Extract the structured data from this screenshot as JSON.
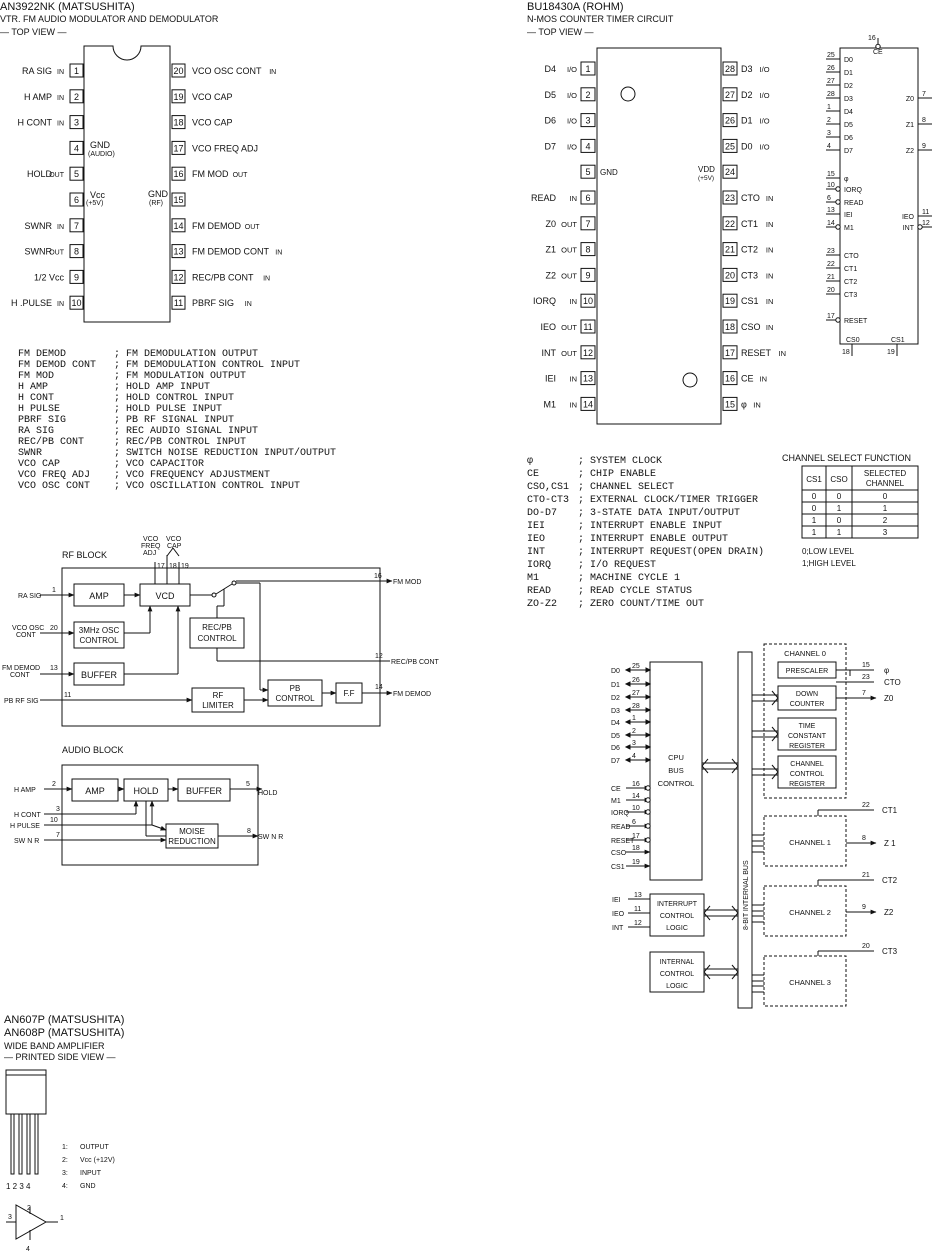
{
  "an3922": {
    "title": "AN3922NK (MATSUSHITA)",
    "subtitle": "VTR. FM AUDIO MODULATOR AND DEMODULATOR",
    "view": "— TOP VIEW —",
    "pins_left": [
      {
        "n": "1",
        "label": "RA SIG",
        "dir": "IN"
      },
      {
        "n": "2",
        "label": "H AMP",
        "dir": "IN"
      },
      {
        "n": "3",
        "label": "H CONT",
        "dir": "IN"
      },
      {
        "n": "4",
        "label": "",
        "dir": ""
      },
      {
        "n": "5",
        "label": "HOLD",
        "dir": "OUT"
      },
      {
        "n": "6",
        "label": "",
        "dir": ""
      },
      {
        "n": "7",
        "label": "SWNR",
        "dir": "IN"
      },
      {
        "n": "8",
        "label": "SWNR",
        "dir": "OUT"
      },
      {
        "n": "9",
        "label": "1/2 Vcc",
        "dir": ""
      },
      {
        "n": "10",
        "label": "H .PULSE",
        "dir": "IN"
      }
    ],
    "pins_right": [
      {
        "n": "20",
        "label": "VCO OSC CONT",
        "dir": "IN"
      },
      {
        "n": "19",
        "label": "VCO CAP",
        "dir": ""
      },
      {
        "n": "18",
        "label": "VCO CAP",
        "dir": ""
      },
      {
        "n": "17",
        "label": "VCO FREQ ADJ",
        "dir": ""
      },
      {
        "n": "16",
        "label": "FM MOD",
        "dir": "OUT"
      },
      {
        "n": "15",
        "label": "",
        "dir": ""
      },
      {
        "n": "14",
        "label": "FM DEMOD",
        "dir": "OUT"
      },
      {
        "n": "13",
        "label": "FM DEMOD CONT",
        "dir": "IN"
      },
      {
        "n": "12",
        "label": "REC/PB CONT",
        "dir": "IN"
      },
      {
        "n": "11",
        "label": "PBRF SIG",
        "dir": "IN"
      }
    ],
    "inner_gnd_audio": "GND",
    "inner_gnd_audio_sub": "(AUDIO)",
    "inner_vcc": "Vcc",
    "inner_vcc_sub": "(+5V)",
    "inner_gnd_rf": "GND",
    "inner_gnd_rf_sub": "(RF)",
    "legend": [
      {
        "k": "FM DEMOD",
        "v": "FM DEMODULATION OUTPUT"
      },
      {
        "k": "FM DEMOD CONT",
        "v": "FM DEMODULATION CONTROL INPUT"
      },
      {
        "k": "FM MOD",
        "v": "FM MODULATION OUTPUT"
      },
      {
        "k": "H AMP",
        "v": "HOLD AMP INPUT"
      },
      {
        "k": "H CONT",
        "v": "HOLD CONTROL INPUT"
      },
      {
        "k": "H PULSE",
        "v": "HOLD PULSE INPUT"
      },
      {
        "k": "PBRF SIG",
        "v": "PB RF SIGNAL INPUT"
      },
      {
        "k": "RA SIG",
        "v": "REC AUDIO SIGNAL INPUT"
      },
      {
        "k": "REC/PB CONT",
        "v": "REC/PB CONTROL INPUT"
      },
      {
        "k": "SWNR",
        "v": "SWITCH NOISE REDUCTION INPUT/OUTPUT"
      },
      {
        "k": "VCO CAP",
        "v": "VCO CAPACITOR"
      },
      {
        "k": "VCO FREQ ADJ",
        "v": "VCO FREQUENCY ADJUSTMENT"
      },
      {
        "k": "VCO OSC CONT",
        "v": "VCO OSCILLATION CONTROL INPUT"
      }
    ]
  },
  "rf_block": {
    "title": "RF BLOCK",
    "amp": "AMP",
    "vcd": "VCD",
    "osc1": "3MHz OSC",
    "osc2": "CONTROL",
    "recpb1": "REC/PB",
    "recpb2": "CONTROL",
    "buffer": "BUFFER",
    "rf1": "RF",
    "rf2": "LIMITER",
    "pb1": "PB",
    "pb2": "CONTROL",
    "ff": "F.F",
    "top_label1": "VCO",
    "top_label2": "FREQ",
    "top_label3": "ADJ",
    "top_label4": "VCO",
    "top_label5": "CAP",
    "pin17": "17",
    "pin18": "18",
    "pin19": "19",
    "in_ra": "RA SIG",
    "in_ra_n": "1",
    "in_vco": "VCO OSC",
    "in_vco2": "CONT",
    "in_vco_n": "20",
    "in_fmd": "FM DEMOD",
    "in_fmd2": "CONT",
    "in_fmd_n": "13",
    "in_pbrf": "PB RF SIG",
    "in_pbrf_n": "11",
    "out_fmmod": "FM MOD",
    "out_fmmod_n": "16",
    "out_recpb": "REC/PB CONT",
    "out_recpb_n": "12",
    "out_fmdemod": "FM DEMOD",
    "out_fmdemod_n": "14"
  },
  "audio_block": {
    "title": "AUDIO BLOCK",
    "amp": "AMP",
    "hold": "HOLD",
    "buffer": "BUFFER",
    "noise1": "MOISE",
    "noise2": "REDUCTION",
    "in_hamp": "H AMP",
    "in_hamp_n": "2",
    "in_hcont": "H CONT",
    "in_hcont_n": "3",
    "in_hpulse": "H PULSE",
    "in_hpulse_n": "10",
    "in_swnr": "SW N R",
    "in_swnr_n": "7",
    "out_hold": "HOLD",
    "out_hold_n": "5",
    "out_swnr": "SW N R",
    "out_swnr_n": "8"
  },
  "an607": {
    "title1": "AN607P (MATSUSHITA)",
    "title2": "AN608P (MATSUSHITA)",
    "subtitle": "WIDE BAND AMPLIFIER",
    "view": "— PRINTED SIDE VIEW —",
    "pin_numbers": "1 2 3 4",
    "pins": [
      {
        "n": "1:",
        "v": "OUTPUT"
      },
      {
        "n": "2:",
        "v": "Vcc (+12V)"
      },
      {
        "n": "3:",
        "v": "INPUT"
      },
      {
        "n": "4:",
        "v": "GND"
      }
    ],
    "sym_1": "1",
    "sym_2": "2",
    "sym_3": "3",
    "sym_4": "4"
  },
  "bu18430": {
    "title": "BU18430A (ROHM)",
    "subtitle": "N-MOS COUNTER TIMER CIRCUIT",
    "view": "— TOP VIEW —",
    "pins_left": [
      {
        "n": "1",
        "label": "D4",
        "dir": "I/O"
      },
      {
        "n": "2",
        "label": "D5",
        "dir": "I/O"
      },
      {
        "n": "3",
        "label": "D6",
        "dir": "I/O"
      },
      {
        "n": "4",
        "label": "D7",
        "dir": "I/O"
      },
      {
        "n": "5",
        "label": "",
        "dir": ""
      },
      {
        "n": "6",
        "label": "READ",
        "dir": "IN"
      },
      {
        "n": "7",
        "label": "Z0",
        "dir": "OUT"
      },
      {
        "n": "8",
        "label": "Z1",
        "dir": "OUT"
      },
      {
        "n": "9",
        "label": "Z2",
        "dir": "OUT"
      },
      {
        "n": "10",
        "label": "IORQ",
        "dir": "IN"
      },
      {
        "n": "11",
        "label": "IEO",
        "dir": "OUT"
      },
      {
        "n": "12",
        "label": "INT",
        "dir": "OUT"
      },
      {
        "n": "13",
        "label": "IEI",
        "dir": "IN"
      },
      {
        "n": "14",
        "label": "M1",
        "dir": "IN"
      }
    ],
    "pins_right": [
      {
        "n": "28",
        "label": "D3",
        "dir": "I/O"
      },
      {
        "n": "27",
        "label": "D2",
        "dir": "I/O"
      },
      {
        "n": "26",
        "label": "D1",
        "dir": "I/O"
      },
      {
        "n": "25",
        "label": "D0",
        "dir": "I/O"
      },
      {
        "n": "24",
        "label": "",
        "dir": ""
      },
      {
        "n": "23",
        "label": "CTO",
        "dir": "IN"
      },
      {
        "n": "22",
        "label": "CT1",
        "dir": "IN"
      },
      {
        "n": "21",
        "label": "CT2",
        "dir": "IN"
      },
      {
        "n": "20",
        "label": "CT3",
        "dir": "IN"
      },
      {
        "n": "19",
        "label": "CS1",
        "dir": "IN"
      },
      {
        "n": "18",
        "label": "CSO",
        "dir": "IN"
      },
      {
        "n": "17",
        "label": "RESET",
        "dir": "IN"
      },
      {
        "n": "16",
        "label": "CE",
        "dir": "IN"
      },
      {
        "n": "15",
        "label": "φ",
        "dir": "IN"
      }
    ],
    "inner_gnd": "GND",
    "inner_vdd": "VDD",
    "inner_vdd_sub": "(+5V)",
    "logic": {
      "top_n": "16",
      "top_label": "CE",
      "left": [
        {
          "n": "25",
          "l": "D0"
        },
        {
          "n": "26",
          "l": "D1"
        },
        {
          "n": "27",
          "l": "D2"
        },
        {
          "n": "28",
          "l": "D3"
        },
        {
          "n": "1",
          "l": "D4"
        },
        {
          "n": "2",
          "l": "D5"
        },
        {
          "n": "3",
          "l": "D6"
        },
        {
          "n": "4",
          "l": "D7"
        },
        {
          "n": "15",
          "l": "φ"
        },
        {
          "n": "10",
          "l": "IORQ"
        },
        {
          "n": "6",
          "l": "READ"
        },
        {
          "n": "13",
          "l": "IEI"
        },
        {
          "n": "14",
          "l": "M1"
        },
        {
          "n": "23",
          "l": "CTO"
        },
        {
          "n": "22",
          "l": "CT1"
        },
        {
          "n": "21",
          "l": "CT2"
        },
        {
          "n": "20",
          "l": "CT3"
        },
        {
          "n": "17",
          "l": "RESET"
        }
      ],
      "right": [
        {
          "n": "7",
          "l": "Z0"
        },
        {
          "n": "8",
          "l": "Z1"
        },
        {
          "n": "9",
          "l": "Z2"
        },
        {
          "n": "11",
          "l": "IEO"
        },
        {
          "n": "12",
          "l": "INT"
        }
      ],
      "bottom": [
        {
          "n": "18",
          "l": "CS0"
        },
        {
          "n": "19",
          "l": "CS1"
        }
      ]
    },
    "legend": [
      {
        "k": "φ",
        "v": "SYSTEM CLOCK"
      },
      {
        "k": "CE",
        "v": "CHIP ENABLE"
      },
      {
        "k": "CSO,CS1",
        "v": "CHANNEL SELECT"
      },
      {
        "k": "CTO-CT3",
        "v": "EXTERNAL CLOCK/TIMER TRIGGER"
      },
      {
        "k": "DO-D7",
        "v": "3-STATE DATA INPUT/OUTPUT"
      },
      {
        "k": "IEI",
        "v": "INTERRUPT ENABLE INPUT"
      },
      {
        "k": "IEO",
        "v": "INTERRUPT ENABLE OUTPUT"
      },
      {
        "k": "INT",
        "v": "INTERRUPT REQUEST(OPEN DRAIN)"
      },
      {
        "k": "IORQ",
        "v": "I/O REQUEST"
      },
      {
        "k": "M1",
        "v": "MACHINE CYCLE 1"
      },
      {
        "k": "READ",
        "v": "READ CYCLE STATUS"
      },
      {
        "k": "ZO-Z2",
        "v": "ZERO COUNT/TIME OUT"
      }
    ],
    "csf": {
      "title": "CHANNEL SELECT FUNCTION",
      "headers": [
        "CS1",
        "CSO",
        "SELECTED\nCHANNEL"
      ],
      "rows": [
        [
          "0",
          "0",
          "0"
        ],
        [
          "0",
          "1",
          "1"
        ],
        [
          "1",
          "0",
          "2"
        ],
        [
          "1",
          "1",
          "3"
        ]
      ],
      "note1": "0;LOW LEVEL",
      "note2": "1;HIGH LEVEL"
    },
    "block": {
      "cpu1": "CPU",
      "cpu2": "BUS",
      "cpu3": "CONTROL",
      "int1": "INTERRUPT",
      "int2": "CONTROL",
      "int3": "LOGIC",
      "icl1": "INTERNAL",
      "icl2": "CONTROL",
      "icl3": "LOGIC",
      "bus": "8-BIT INTERNAL BUS",
      "ch0": "CHANNEL 0",
      "prescaler": "PRESCALER",
      "down1": "DOWN",
      "down2": "COUNTER",
      "tc1": "TIME",
      "tc2": "CONSTANT",
      "tc3": "REGISTER",
      "cc1": "CHANNEL",
      "cc2": "CONTROL",
      "cc3": "REGISTER",
      "ch1": "CHANNEL 1",
      "ch2": "CHANNEL 2",
      "ch3": "CHANNEL 3",
      "left_pins": [
        {
          "l": "D0",
          "n": "25"
        },
        {
          "l": "D1",
          "n": "26"
        },
        {
          "l": "D2",
          "n": "27"
        },
        {
          "l": "D3",
          "n": "28"
        },
        {
          "l": "D4",
          "n": "1"
        },
        {
          "l": "D5",
          "n": "2"
        },
        {
          "l": "D6",
          "n": "3"
        },
        {
          "l": "D7",
          "n": "4"
        },
        {
          "l": "CE",
          "n": "16"
        },
        {
          "l": "M1",
          "n": "14"
        },
        {
          "l": "IORQ",
          "n": "10"
        },
        {
          "l": "READ",
          "n": "6"
        },
        {
          "l": "RESET",
          "n": "17"
        },
        {
          "l": "CSO",
          "n": "18"
        },
        {
          "l": "CS1",
          "n": "19"
        }
      ],
      "int_pins": [
        {
          "l": "IEI",
          "n": "13"
        },
        {
          "l": "IEO",
          "n": "11"
        },
        {
          "l": "INT",
          "n": "12"
        }
      ],
      "right_pins": [
        {
          "n": "15",
          "l": "φ"
        },
        {
          "n": "23",
          "l": "CTO"
        },
        {
          "n": "7",
          "l": "Z0"
        },
        {
          "n": "22",
          "l": "CT1"
        },
        {
          "n": "8",
          "l": "Z 1"
        },
        {
          "n": "21",
          "l": "CT2"
        },
        {
          "n": "9",
          "l": "Z2"
        },
        {
          "n": "20",
          "l": "CT3"
        }
      ]
    }
  }
}
